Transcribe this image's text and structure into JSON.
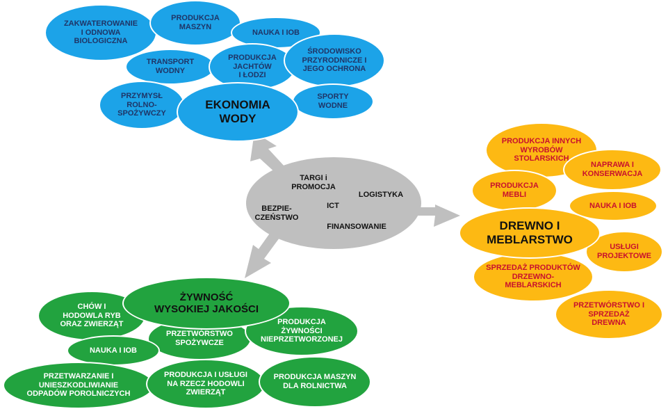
{
  "center": {
    "items": [
      "TARGI i\nPROMOCJA",
      "LOGISTYKA",
      "BEZPIE-\nCZEŃSTWO",
      "ICT",
      "FINANSOWANIE"
    ]
  },
  "blue": {
    "hub": "EKONOMIA\nWODY",
    "items": [
      "ZAKWATEROWANIE\nI ODNOWA\nBIOLOGICZNA",
      "PRODUKCJA\nMASZYN",
      "NAUKA I IOB",
      "TRANSPORT\nWODNY",
      "PRODUKCJA\nJACHTÓW\nI ŁODZI",
      "ŚRODOWISKO\nPRZYRODNICZE I\nJEGO OCHRONA",
      "PRZYMYSŁ\nROLNO-\nSPOŻYWCZY",
      "SPORTY\nWODNE"
    ]
  },
  "orange": {
    "hub": "DREWNO I\nMEBLARSTWO",
    "items": [
      "PRODUKCJA INNYCH\nWYROBÓW\nSTOLARSKICH",
      "NAPRAWA I\nKONSERWACJA",
      "PRODUKCJA\nMEBLI",
      "NAUKA I IOB",
      "USŁUGI\nPROJEKTOWE",
      "SPRZEDAŻ PRODUKTÓW\nDRZEWNO-\nMEBLARSKICH",
      "PRZETWÓRSTWO I\nSPRZEDAŻ\nDREWNA"
    ]
  },
  "green": {
    "hub": "ŻYWNOŚĆ\nWYSOKIEJ JAKOŚCI",
    "items": [
      "CHÓW I\nHODOWLA RYB\nORAZ ZWIERZĄT",
      "PRZETWÓRSTWO\nSPOŻYWCZE",
      "PRODUKCJA\nŻYWNOŚCI\nNIEPRZETWORZONEJ",
      "NAUKA I IOB",
      "PRZETWARZANIE I\nUNIESZKODLIWIANIE\nODPADÓW POROLNICZYCH",
      "PRODUKCJA I USŁUGI\nNA RZECZ HODOWLI\nZWIERZĄT",
      "PRODUKCJA MASZYN\nDLA ROLNICTWA"
    ]
  },
  "colors": {
    "blue": "#1ca3e8",
    "green": "#22a33f",
    "orange": "#fdb913",
    "center": "#bfbfbf",
    "arrow": "#bfbfbf"
  }
}
